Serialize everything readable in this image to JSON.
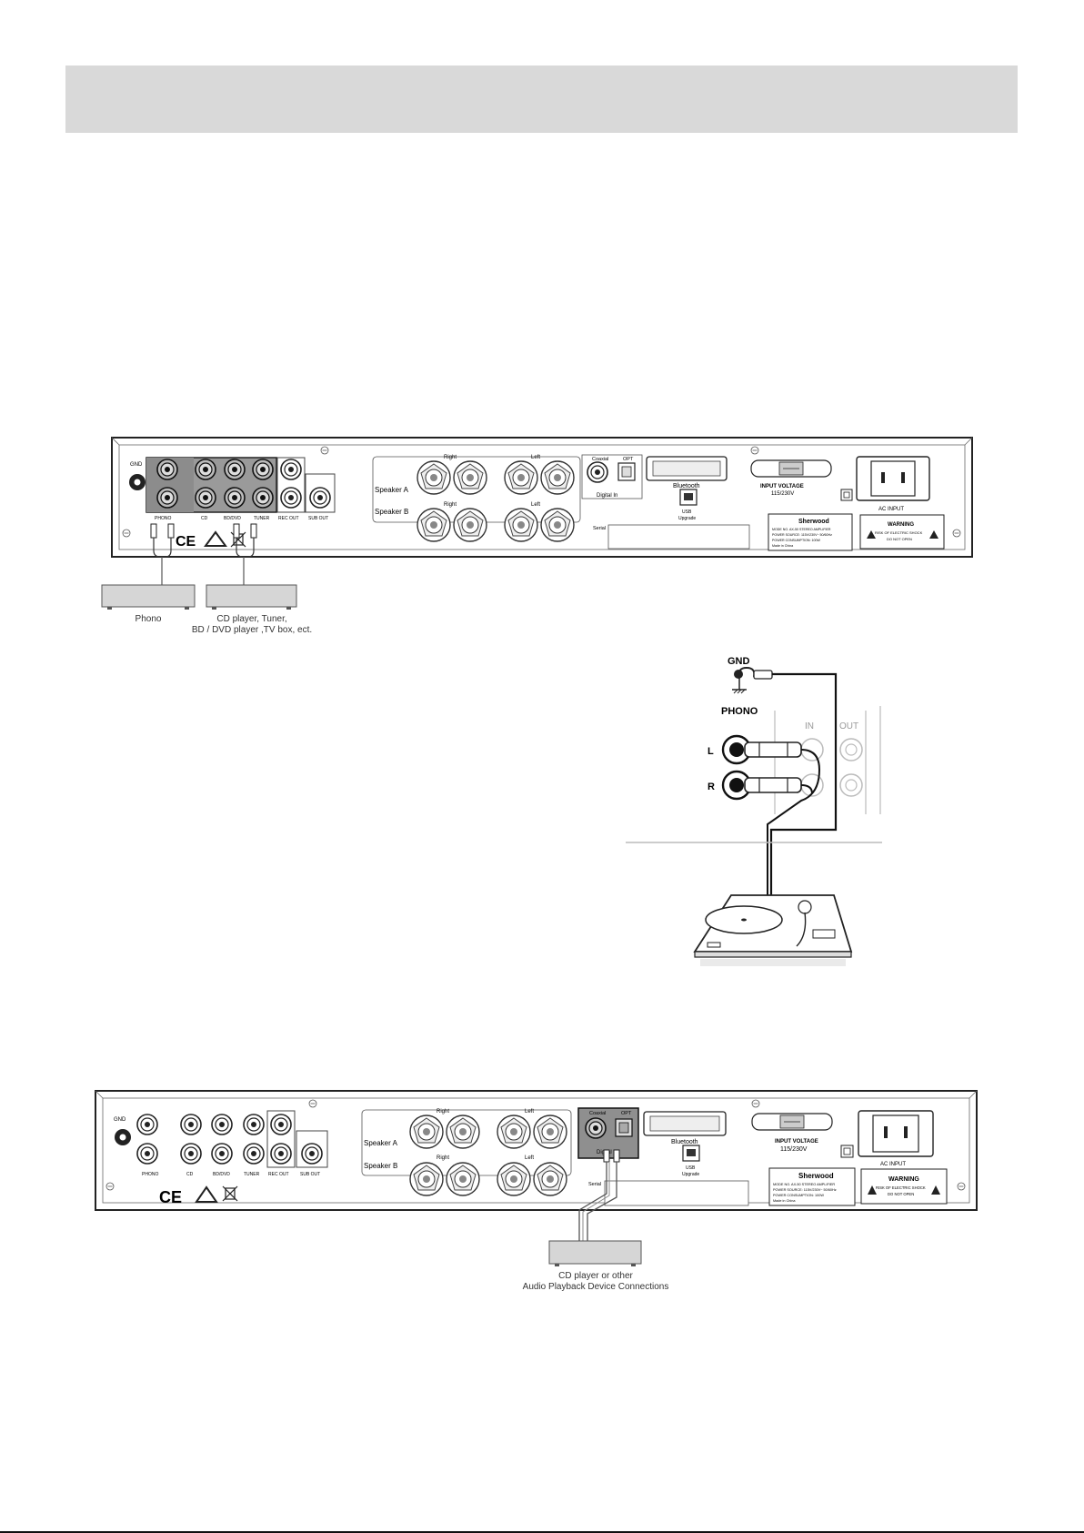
{
  "panel": {
    "phono": "PHONO",
    "cd": "CD",
    "bd_dvd": "BD/DVD",
    "tuner": "TUNER",
    "rec_out": "REC OUT",
    "sub_out": "SUB OUT",
    "gnd": "GND",
    "speaker_a": "Speaker A",
    "speaker_b": "Speaker B",
    "right": "Right",
    "left": "Left",
    "coaxial": "Coaxial",
    "opt": "OPT",
    "digital_in": "Digital In",
    "bluetooth": "Bluetooth",
    "usb": "USB",
    "upgrade": "Upgrade",
    "input_voltage": "INPUT VOLTAGE",
    "voltage_value": "115/230V",
    "ac_input": "AC INPUT",
    "serial": "Serial",
    "brand": "Sherwood",
    "rating_lines": [
      "MODE NO. AX-50 STEREO AMPLIFIER",
      "POWER SOURCE: 115V/230V~ 50/60Hz",
      "POWER CONSUMPTION: 100W",
      "Made in China"
    ],
    "warning_title": "WARNING",
    "warning_lines": [
      "RISK OF ELECTRIC SHOCK",
      "DO NOT OPEN"
    ],
    "ce_mark": "CE"
  },
  "figure1": {
    "phono_device_label": "Phono",
    "cd_device_label_lines": [
      "CD player, Tuner,",
      "BD / DVD player ,TV box, ect."
    ]
  },
  "detail": {
    "gnd": "GND",
    "phono": "PHONO",
    "in": "IN",
    "out": "OUT",
    "l": "L",
    "r": "R"
  },
  "figure3": {
    "device_label_lines": [
      "CD player or other",
      "Audio Playback Device Connections"
    ]
  }
}
